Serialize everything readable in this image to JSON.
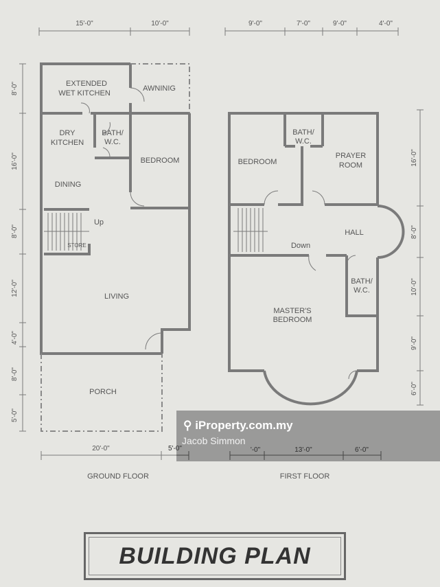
{
  "ground_floor": {
    "caption": "GROUND FLOOR",
    "rooms": {
      "wet_kitchen_1": "EXTENDED",
      "wet_kitchen_2": "WET KITCHEN",
      "awning": "AWNINIG",
      "dry_kitchen_1": "DRY",
      "dry_kitchen_2": "KITCHEN",
      "bath_1": "BATH/",
      "bath_2": "W.C.",
      "bedroom": "BEDROOM",
      "dining": "DINING",
      "up": "Up",
      "store": "STORE",
      "living": "LIVING",
      "porch": "PORCH"
    },
    "top_dims": [
      "15'-0\"",
      "10'-0\""
    ],
    "left_dims": [
      "8'-0\"",
      "16'-0\"",
      "8'-0\"",
      "12'-0\"",
      "4'-0\"",
      "8'-0\"",
      "5'-0\""
    ],
    "bottom_dims": [
      "20'-0\"",
      "5'-0\""
    ]
  },
  "first_floor": {
    "caption": "FIRST FLOOR",
    "rooms": {
      "bedroom": "BEDROOM",
      "bath_1": "BATH/",
      "bath_2": "W.C.",
      "prayer_1": "PRAYER",
      "prayer_2": "ROOM",
      "hall": "HALL",
      "down": "Down",
      "bath2_1": "BATH/",
      "bath2_2": "W.C.",
      "master_1": "MASTER'S",
      "master_2": "BEDROOM"
    },
    "top_dims": [
      "9'-0\"",
      "7'-0\"",
      "9'-0\"",
      "4'-0\""
    ],
    "right_dims": [
      "16'-0\"",
      "8'-0\"",
      "10'-0\"",
      "9'-0\"",
      "6'-0\""
    ],
    "bottom_dims": [
      "'-0\"",
      "13'-0\"",
      "6'-0\""
    ]
  },
  "watermark": {
    "site": "iProperty.com.my",
    "agent": "Jacob Simmon"
  },
  "title": "BUILDING PLAN"
}
